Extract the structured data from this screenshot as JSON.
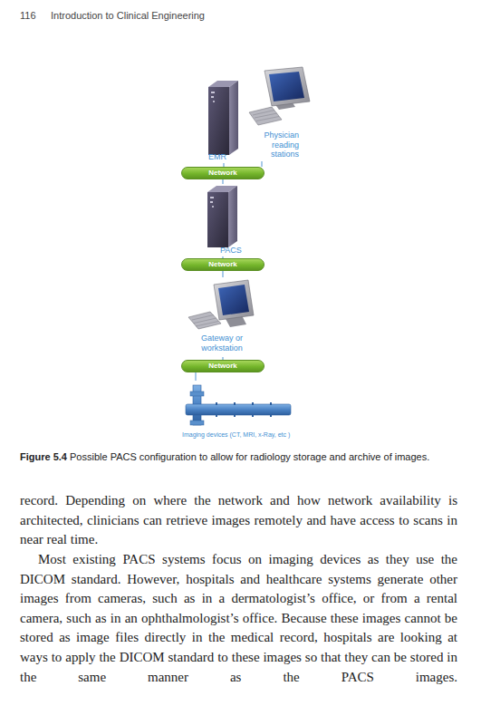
{
  "diagram": {
    "caption": "Figure 5.4 Possible PACS configuration to allow for radiology storage and archive of images.",
    "nodes": [
      {
        "text": [
          "EMR"
        ]
      },
      {
        "text": [
          "Physician reading stations"
        ]
      },
      {
        "text": [
          "Network"
        ]
      },
      {
        "text": [
          "PACS"
        ]
      },
      {
        "text": [
          "Network"
        ]
      },
      {
        "text": [
          "Gateway or workstation"
        ]
      },
      {
        "text": [
          "Network"
        ]
      },
      {
        "text": [
          "Imaging devices (CT, MRI, x-Ray, etc )"
        ]
      }
    ],
    "edges": [
      {
        "from": 0,
        "to": 2,
        "arrow": "none"
      },
      {
        "from": 1,
        "to": 2,
        "arrow": "none"
      },
      {
        "from": 2,
        "to": 3,
        "arrow": "none"
      },
      {
        "from": 3,
        "to": 4,
        "arrow": "none"
      },
      {
        "from": 4,
        "to": 5,
        "arrow": "none"
      },
      {
        "from": 5,
        "to": 6,
        "arrow": "none"
      },
      {
        "from": 6,
        "to": 7,
        "arrow": "none"
      }
    ],
    "labels": [
      "116",
      "Introduction to Clinical Engineering",
      "record. Depending on where the network and how network availability is architected, clinicians can retrieve images remotely and have access to scans in near real time.",
      "Most existing PACS systems focus on imaging devices as they use the DICOM standard. However, hospitals and healthcare systems generate other images from cameras, such as in a dermatologist’s office, or from a rental camera, such as in an ophthalmologist’s office. Because these images cannot be stored as image files directly in the medical record, hospitals are looking at ways to apply the DICOM standard to these images so that they can be stored in the same manner as the PACS images."
    ]
  }
}
